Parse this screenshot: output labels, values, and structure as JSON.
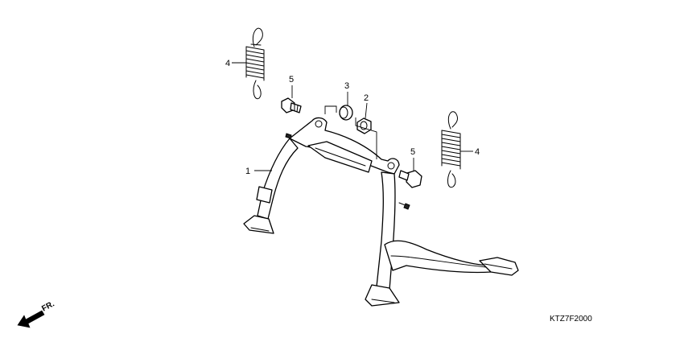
{
  "diagram": {
    "callouts": [
      {
        "id": "c1",
        "text": "1"
      },
      {
        "id": "c2",
        "text": "2"
      },
      {
        "id": "c3",
        "text": "3"
      },
      {
        "id": "c4a",
        "text": "4"
      },
      {
        "id": "c4b",
        "text": "4"
      },
      {
        "id": "c5a",
        "text": "5"
      },
      {
        "id": "c5b",
        "text": "5"
      }
    ],
    "direction_label": "FR.",
    "drawing_code": "KTZ7F2000"
  }
}
